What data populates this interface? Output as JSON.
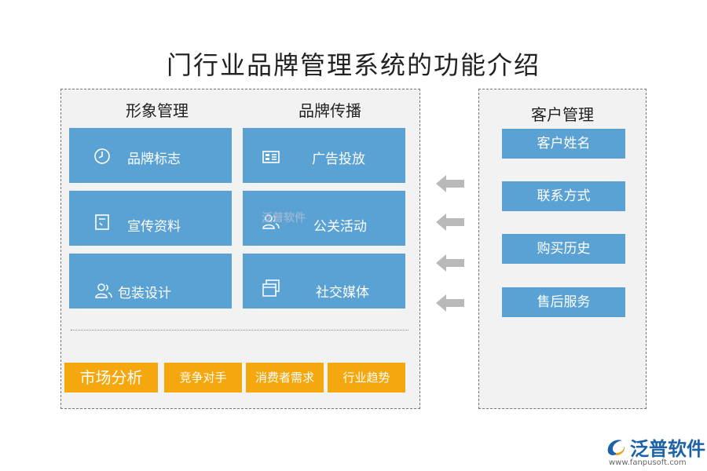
{
  "title": "门行业品牌管理系统的功能介绍",
  "left": {
    "col1_title": "形象管理",
    "col2_title": "品牌传播",
    "col1_items": [
      {
        "label": "品牌标志",
        "icon": "clock-icon"
      },
      {
        "label": "宣传资料",
        "icon": "document-icon"
      },
      {
        "label": "包装设计",
        "icon": "users-icon"
      }
    ],
    "col2_items": [
      {
        "label": "广告投放",
        "icon": "id-card-icon"
      },
      {
        "label": "公关活动",
        "icon": "users-icon"
      },
      {
        "label": "社交媒体",
        "icon": "windows-icon"
      }
    ],
    "market": {
      "title": "市场分析",
      "items": [
        "竞争对手",
        "消费者需求",
        "行业趋势"
      ]
    }
  },
  "right": {
    "title": "客户管理",
    "items": [
      "客户姓名",
      "联系方式",
      "购买历史",
      "售后服务"
    ]
  },
  "watermark": "泛普软件",
  "brand": {
    "name": "泛普软件",
    "url": "www.fanpusoft.com"
  },
  "colors": {
    "tile_blue": "#5aa2d4",
    "orange": "#f5a70e",
    "panel_bg": "#f2f2f2",
    "arrow_gray": "#b9b9b9",
    "brand_blue": "#1b62a8"
  }
}
